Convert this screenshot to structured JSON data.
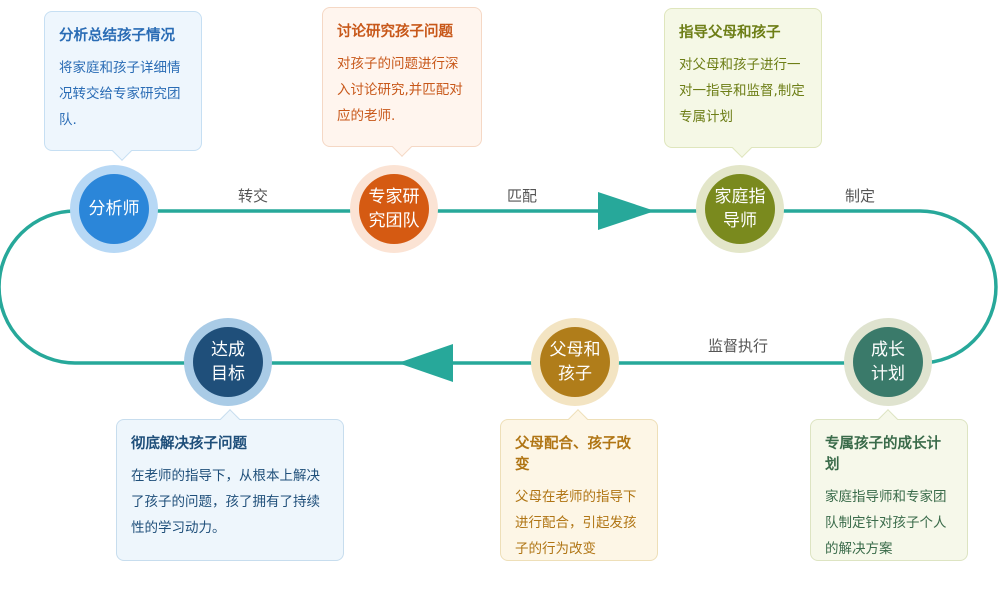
{
  "nodes": {
    "analyst": {
      "label": "分析师",
      "color": "#2b86d9",
      "ring": "#b7d8f5"
    },
    "expert_team": {
      "label": "专家研\n究团队",
      "color": "#d55a12",
      "ring": "#fbe3d4"
    },
    "family_guide": {
      "label": "家庭指\n导师",
      "color": "#7a8a1e",
      "ring": "#e3e6c9"
    },
    "growth_plan": {
      "label": "成长\n计划",
      "color": "#3a7a6a",
      "ring": "#dfe3cf"
    },
    "parents_child": {
      "label": "父母和\n孩子",
      "color": "#b07d1a",
      "ring": "#f3e4c2"
    },
    "goal": {
      "label": "达成\n目标",
      "color": "#1f4f7a",
      "ring": "#a9cbe6"
    }
  },
  "edges": {
    "analyst_to_expert": "转交",
    "expert_to_guide": "匹配",
    "guide_to_plan": "制定",
    "plan_to_parents": "监督执行"
  },
  "callouts": {
    "analyst": {
      "title": "分析总结孩子情况",
      "body": "将家庭和孩子详细情况转交给专家研究团队.",
      "title_color": "#2a6cb5",
      "body_color": "#2a6cb5",
      "bg": "#eef6fd",
      "border": "#c6dff3"
    },
    "expert_team": {
      "title": "讨论研究孩子问题",
      "body": "对孩子的问题进行深入讨论研究,并匹配对应的老师.",
      "title_color": "#c8581a",
      "body_color": "#c8581a",
      "bg": "#fff5ee",
      "border": "#f5d8c5"
    },
    "family_guide": {
      "title": "指导父母和孩子",
      "body": "对父母和孩子进行一对一指导和监督,制定专属计划",
      "title_color": "#6d7e16",
      "body_color": "#6d7e16",
      "bg": "#f5f8e6",
      "border": "#dfe6bd"
    },
    "growth_plan": {
      "title": "专属孩子的成长计划",
      "body": "家庭指导师和专家团队制定针对孩子个人的解决方案",
      "title_color": "#3a6b4a",
      "body_color": "#3a6b4a",
      "bg": "#f6f8ea",
      "border": "#dde4c2"
    },
    "parents_child": {
      "title": "父母配合、孩子改变",
      "body": "父母在老师的指导下进行配合，引起发孩子的行为改变",
      "title_color": "#b07514",
      "body_color": "#b07514",
      "bg": "#fdf6e6",
      "border": "#eedfb8"
    },
    "goal": {
      "title": "彻底解决孩子问题",
      "body": "在老师的指导下，从根本上解决了孩子的问题，孩了拥有了持续性的学习动力。",
      "title_color": "#1f4f7a",
      "body_color": "#1f4f7a",
      "bg": "#eef6fc",
      "border": "#c7ddee"
    }
  },
  "colors": {
    "track": "#27a89a",
    "arrow": "#27a89a"
  }
}
